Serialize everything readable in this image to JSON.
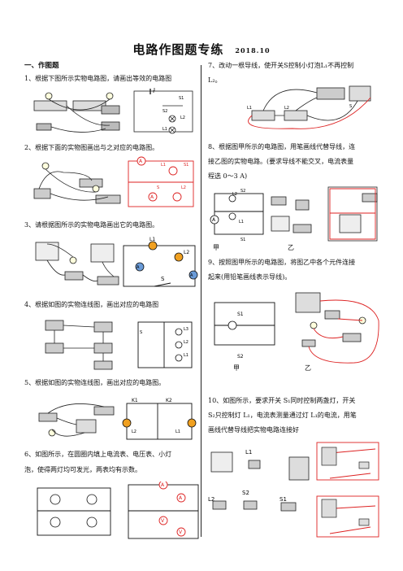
{
  "doc": {
    "title": "电路作图题专练",
    "date": "2018.10"
  },
  "left": {
    "section": "一、作图题",
    "q1": "1、根据下图所示实物电路图，请画出等效的电路图",
    "q2": "2、根据下面的实物图画出与之对应的电路图。",
    "q3": "3、请根据图所示的实物电路画出它的电路图。",
    "q4": "4、根据如图的实物连线图，画出对应的电路图",
    "q5": "5、根据如图的实物连线图，画出对应的电路图。",
    "q6_a": "6、如图所示，在圆圈内填上电流表、电压表、小灯",
    "q6_b": "泡，使得两灯均可发光，两表均有示数。"
  },
  "right": {
    "q7_a": "7、改动一根导线，使开关S控制小灯泡L₁不再控制",
    "q7_b": "L₂。",
    "q8_a": "8、根据图甲所示的电路图，用笔画线代替导线，连",
    "q8_b": "接乙图的实物电路。(要求导线不能交叉，电流表量",
    "q8_c": "程选 0～3 A)",
    "q8_jia": "甲",
    "q8_yi": "乙",
    "q9_a": "9、按照图甲所示的电路图，将图乙中各个元件连接",
    "q9_b": "起来(用铅笔画线表示导线)。",
    "q9_jia": "甲",
    "q9_yi": "乙",
    "q10_a": "10、如图所示，要求开关 S₁同时控制两盏灯，开关",
    "q10_b": "S₂只控制灯 L₁，电流表测量通过灯 L₁的电流，用笔",
    "q10_c": "画线代替导线把实物电路连接好"
  },
  "labels": {
    "S": "S",
    "S1": "S1",
    "S2": "S2",
    "L1": "L1",
    "L2": "L2",
    "L3": "L3",
    "A": "A",
    "V": "V",
    "K1": "K1",
    "K2": "K2"
  },
  "colors": {
    "red": "#d22",
    "orange": "#f0a020",
    "ink": "#111"
  }
}
